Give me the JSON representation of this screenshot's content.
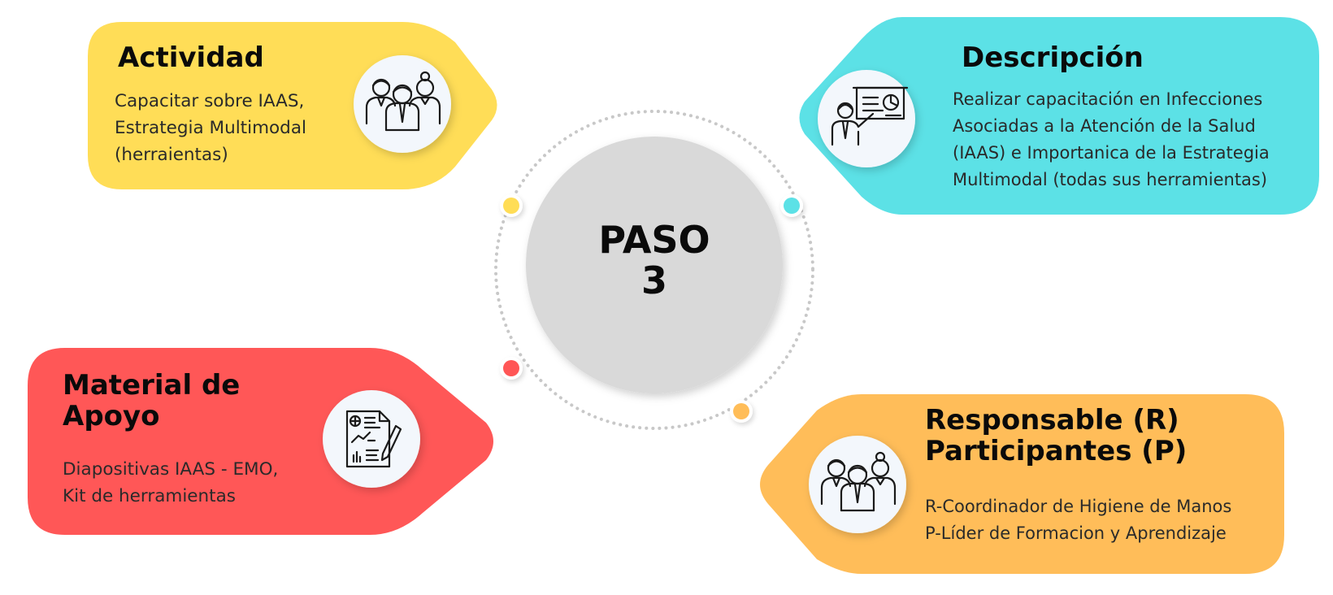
{
  "center": {
    "label": "PASO\n3"
  },
  "colors": {
    "yellow": "#FFDD57",
    "cyan": "#5CE1E6",
    "red": "#FF5757",
    "orange": "#FFBD59",
    "center_circle": "#D9D9D9",
    "icon_circle": "#F3F7FC"
  },
  "cards": {
    "actividad": {
      "title": "Actividad",
      "body": "Capacitar sobre IAAS,\nEstrategia Multimodal\n(herraientas)",
      "icon": "team-icon"
    },
    "descripcion": {
      "title": "Descripción",
      "body": "Realizar capacitación en Infecciones\nAsociadas a la Atención de la Salud\n(IAAS) e  Importanica de la Estrategia\nMultimodal   (todas sus herramientas)",
      "icon": "presentation-icon"
    },
    "material": {
      "title": "Material de Apoyo",
      "body": "Diapositivas IAAS - EMO,\nKit de herramientas",
      "icon": "document-chart-icon"
    },
    "responsable": {
      "title": "Responsable (R)\nParticipantes (P)",
      "body": "R-Coordinador de Higiene de Manos\nP-Líder de Formacion y Aprendizaje",
      "icon": "team-icon"
    }
  }
}
